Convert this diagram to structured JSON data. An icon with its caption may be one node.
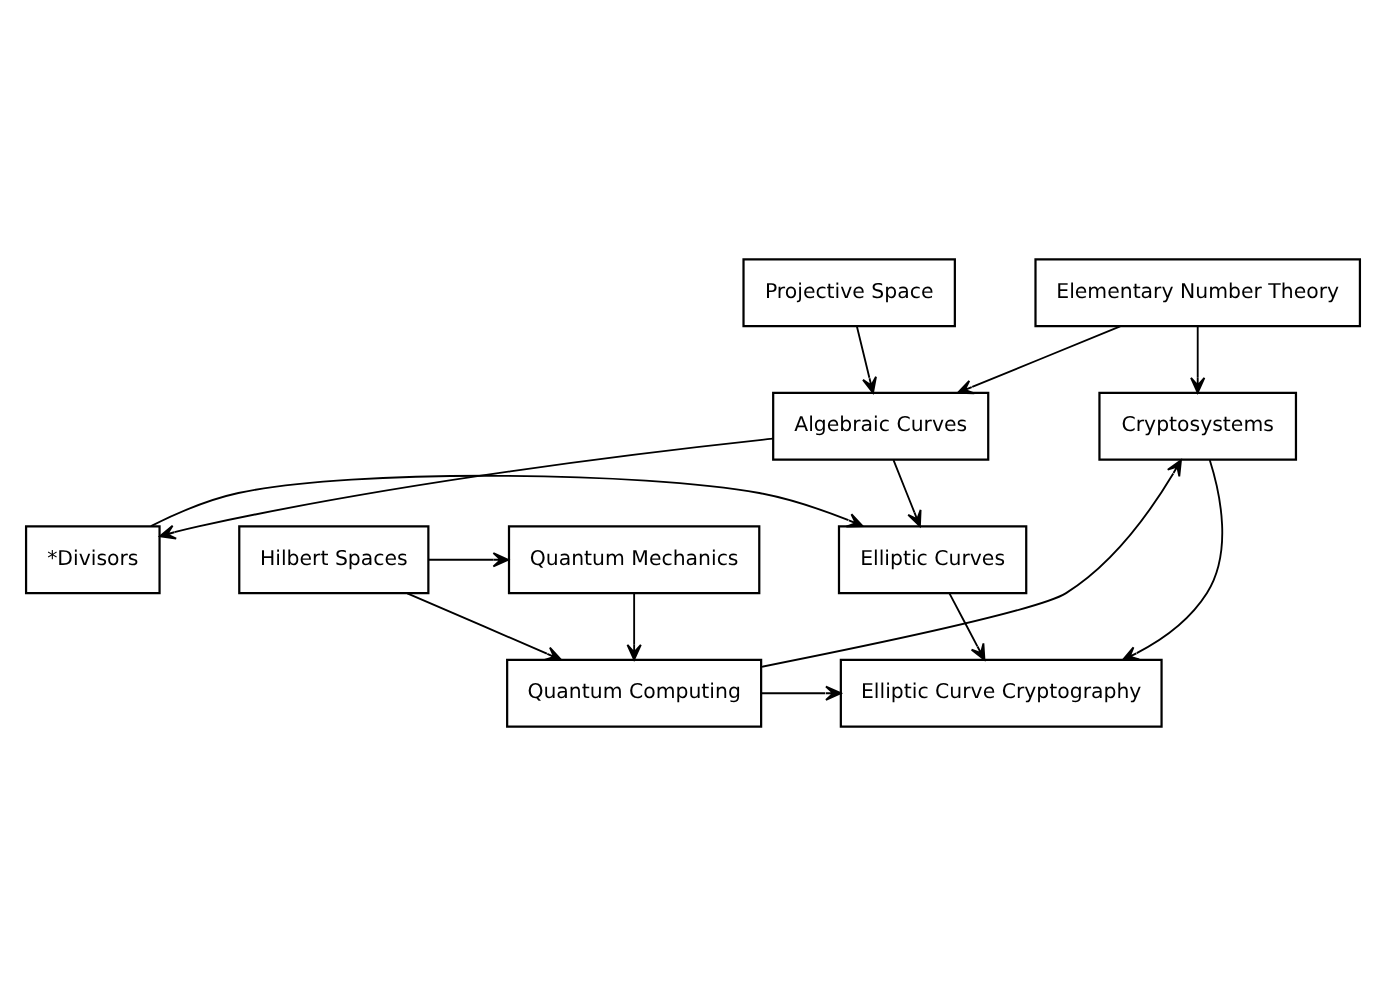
{
  "diagram": {
    "nodes": [
      {
        "text": [
          "Projective Space"
        ]
      },
      {
        "text": [
          "Elementary Number Theory"
        ]
      },
      {
        "text": [
          "Algebraic Curves"
        ]
      },
      {
        "text": [
          "Cryptosystems"
        ]
      },
      {
        "text": [
          "*Divisors"
        ]
      },
      {
        "text": [
          "Elliptic Curves"
        ]
      },
      {
        "text": [
          "Elliptic Curve Cryptography"
        ]
      },
      {
        "text": [
          "Quantum Computing"
        ]
      },
      {
        "text": [
          "Hilbert Spaces"
        ]
      },
      {
        "text": [
          "Quantum Mechanics"
        ]
      }
    ],
    "edges": [
      {
        "from": 0,
        "to": 2,
        "arrow": "to"
      },
      {
        "from": 1,
        "to": 2,
        "arrow": "to"
      },
      {
        "from": 1,
        "to": 3,
        "arrow": "to"
      },
      {
        "from": 2,
        "to": 4,
        "arrow": "to"
      },
      {
        "from": 2,
        "to": 5,
        "arrow": "to"
      },
      {
        "from": 4,
        "to": 5,
        "arrow": "to"
      },
      {
        "from": 5,
        "to": 6,
        "arrow": "to"
      },
      {
        "from": 3,
        "to": 6,
        "arrow": "to"
      },
      {
        "from": 7,
        "to": 6,
        "arrow": "to"
      },
      {
        "from": 7,
        "to": 3,
        "arrow": "to"
      },
      {
        "from": 8,
        "to": 7,
        "arrow": "to"
      },
      {
        "from": 8,
        "to": 9,
        "arrow": "to"
      },
      {
        "from": 9,
        "to": 7,
        "arrow": "to"
      }
    ]
  }
}
